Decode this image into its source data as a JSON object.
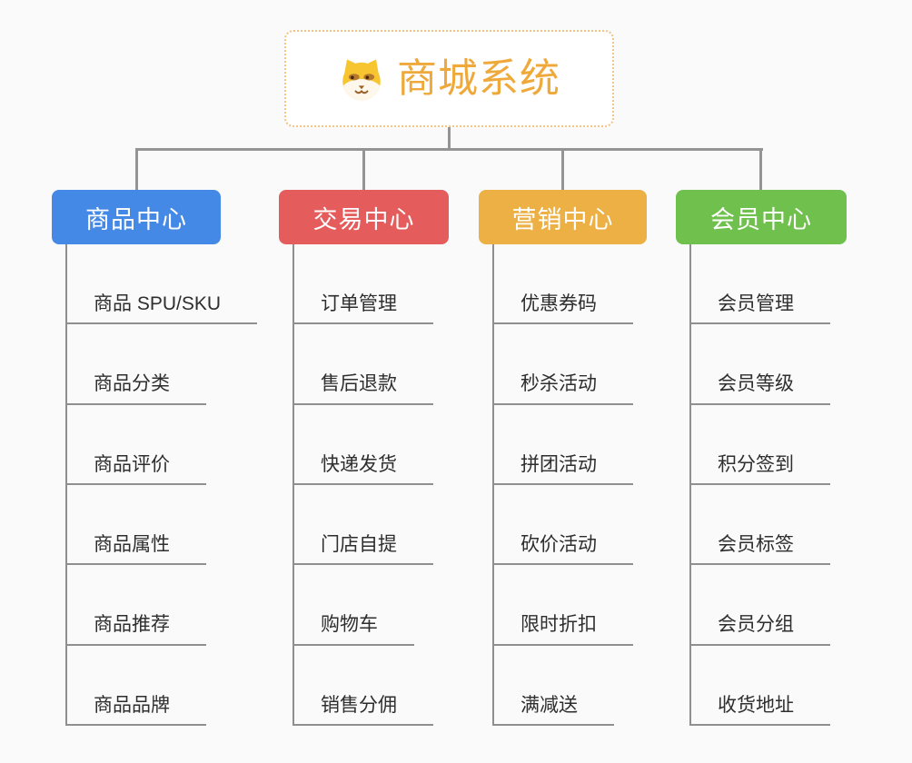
{
  "page": {
    "background": "#fafafa"
  },
  "root": {
    "title": "商城系统",
    "icon": "dog-icon",
    "accent_color": "#efa93b",
    "border_color": "#f2c383",
    "background": "#ffffff"
  },
  "connectors": {
    "color": "#949494",
    "underline_color": "#8f8f8f"
  },
  "branches": [
    {
      "label": "商品中心",
      "color": "#4589e6",
      "items": [
        "商品 SPU/SKU",
        "商品分类",
        "商品评价",
        "商品属性",
        "商品推荐",
        "商品品牌"
      ]
    },
    {
      "label": "交易中心",
      "color": "#e45c5b",
      "items": [
        "订单管理",
        "售后退款",
        "快递发货",
        "门店自提",
        "购物车",
        "销售分佣"
      ]
    },
    {
      "label": "营销中心",
      "color": "#ecb044",
      "items": [
        "优惠券码",
        "秒杀活动",
        "拼团活动",
        "砍价活动",
        "限时折扣",
        "满减送"
      ]
    },
    {
      "label": "会员中心",
      "color": "#6fc04c",
      "items": [
        "会员管理",
        "会员等级",
        "积分签到",
        "会员标签",
        "会员分组",
        "收货地址"
      ]
    }
  ]
}
